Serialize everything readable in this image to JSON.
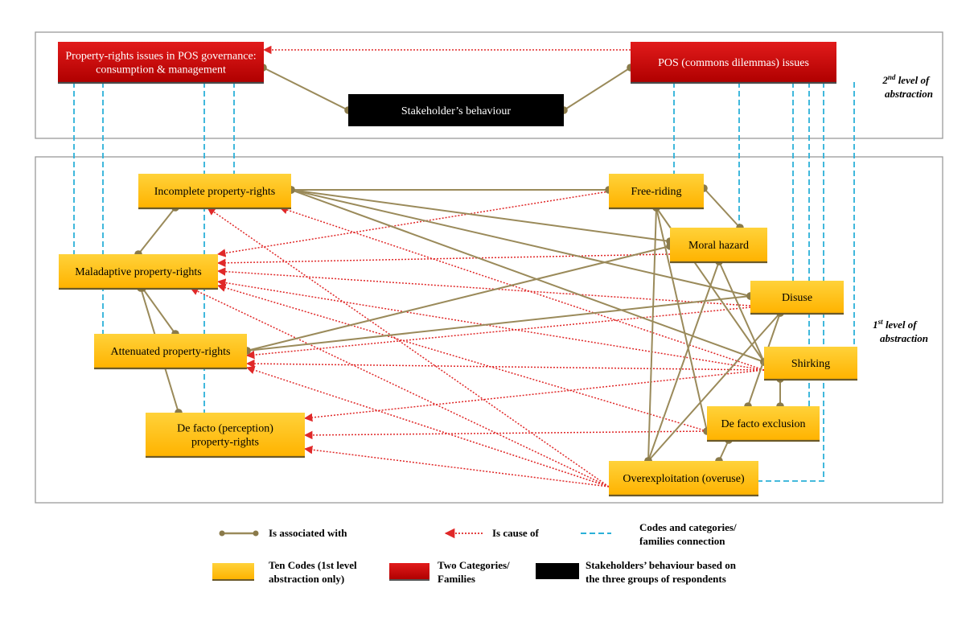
{
  "levels": {
    "second": {
      "text": "2nd level of abstraction"
    },
    "first": {
      "text": "1st level of abstraction"
    }
  },
  "categories": [
    {
      "id": "prop",
      "lines": [
        "Property-rights issues in POS governance:",
        "consumption & management"
      ]
    },
    {
      "id": "pos",
      "lines": [
        "POS (commons dilemmas) issues"
      ]
    }
  ],
  "stakeholder": {
    "id": "stake",
    "lines": [
      "Stakeholder’s behaviour"
    ]
  },
  "codes": [
    {
      "id": "incomplete",
      "lines": [
        "Incomplete property-rights"
      ]
    },
    {
      "id": "maladaptive",
      "lines": [
        "Maladaptive property-rights"
      ]
    },
    {
      "id": "attenuated",
      "lines": [
        "Attenuated property-rights"
      ]
    },
    {
      "id": "defacto_pr",
      "lines": [
        "De facto (perception)",
        "property-rights"
      ]
    },
    {
      "id": "free",
      "lines": [
        "Free-riding"
      ]
    },
    {
      "id": "moral",
      "lines": [
        "Moral hazard"
      ]
    },
    {
      "id": "disuse",
      "lines": [
        "Disuse"
      ]
    },
    {
      "id": "shirking",
      "lines": [
        "Shirking"
      ]
    },
    {
      "id": "defacto_ex",
      "lines": [
        "De facto exclusion"
      ]
    },
    {
      "id": "overexp",
      "lines": [
        "Overexploitation (overuse)"
      ]
    }
  ],
  "relations": {
    "associated": [
      [
        "stake",
        "prop"
      ],
      [
        "stake",
        "pos"
      ],
      [
        "incomplete",
        "maladaptive"
      ],
      [
        "maladaptive",
        "attenuated"
      ],
      [
        "maladaptive",
        "defacto_pr"
      ],
      [
        "incomplete",
        "free"
      ],
      [
        "incomplete",
        "moral"
      ],
      [
        "incomplete",
        "disuse"
      ],
      [
        "incomplete",
        "shirking"
      ],
      [
        "attenuated",
        "moral"
      ],
      [
        "attenuated",
        "disuse"
      ],
      [
        "free",
        "moral"
      ],
      [
        "free",
        "defacto_ex"
      ],
      [
        "free",
        "overexp"
      ],
      [
        "free",
        "shirking"
      ],
      [
        "moral",
        "overexp"
      ],
      [
        "moral",
        "shirking"
      ],
      [
        "disuse",
        "defacto_ex"
      ],
      [
        "disuse",
        "overexp"
      ],
      [
        "shirking",
        "defacto_ex"
      ],
      [
        "defacto_ex",
        "overexp"
      ]
    ],
    "causes": [
      [
        "pos",
        "prop"
      ],
      [
        "free",
        "maladaptive"
      ],
      [
        "moral",
        "maladaptive"
      ],
      [
        "disuse",
        "maladaptive"
      ],
      [
        "disuse",
        "attenuated"
      ],
      [
        "shirking",
        "maladaptive"
      ],
      [
        "shirking",
        "attenuated"
      ],
      [
        "shirking",
        "defacto_pr"
      ],
      [
        "shirking",
        "incomplete"
      ],
      [
        "defacto_ex",
        "maladaptive"
      ],
      [
        "defacto_ex",
        "defacto_pr"
      ],
      [
        "overexp",
        "maladaptive"
      ],
      [
        "overexp",
        "attenuated"
      ],
      [
        "overexp",
        "defacto_pr"
      ],
      [
        "overexp",
        "incomplete"
      ]
    ]
  },
  "legend": {
    "associated": "Is associated with",
    "cause": "Is cause of",
    "connection": [
      "Codes and categories/",
      "families connection"
    ],
    "codes": [
      "Ten Codes (1st level",
      "abstraction only)"
    ],
    "families": [
      "Two Categories/",
      "Families"
    ],
    "stakeholders": [
      "Stakeholders’ behaviour based on",
      "the three groups of respondents"
    ]
  },
  "colors": {
    "association": "#9a8a5a",
    "cause": "#e02828",
    "connection": "#2bb0d8",
    "code_fill": "#ffc000",
    "category_fill": "#d81212",
    "stakeholder_fill": "#000000"
  }
}
